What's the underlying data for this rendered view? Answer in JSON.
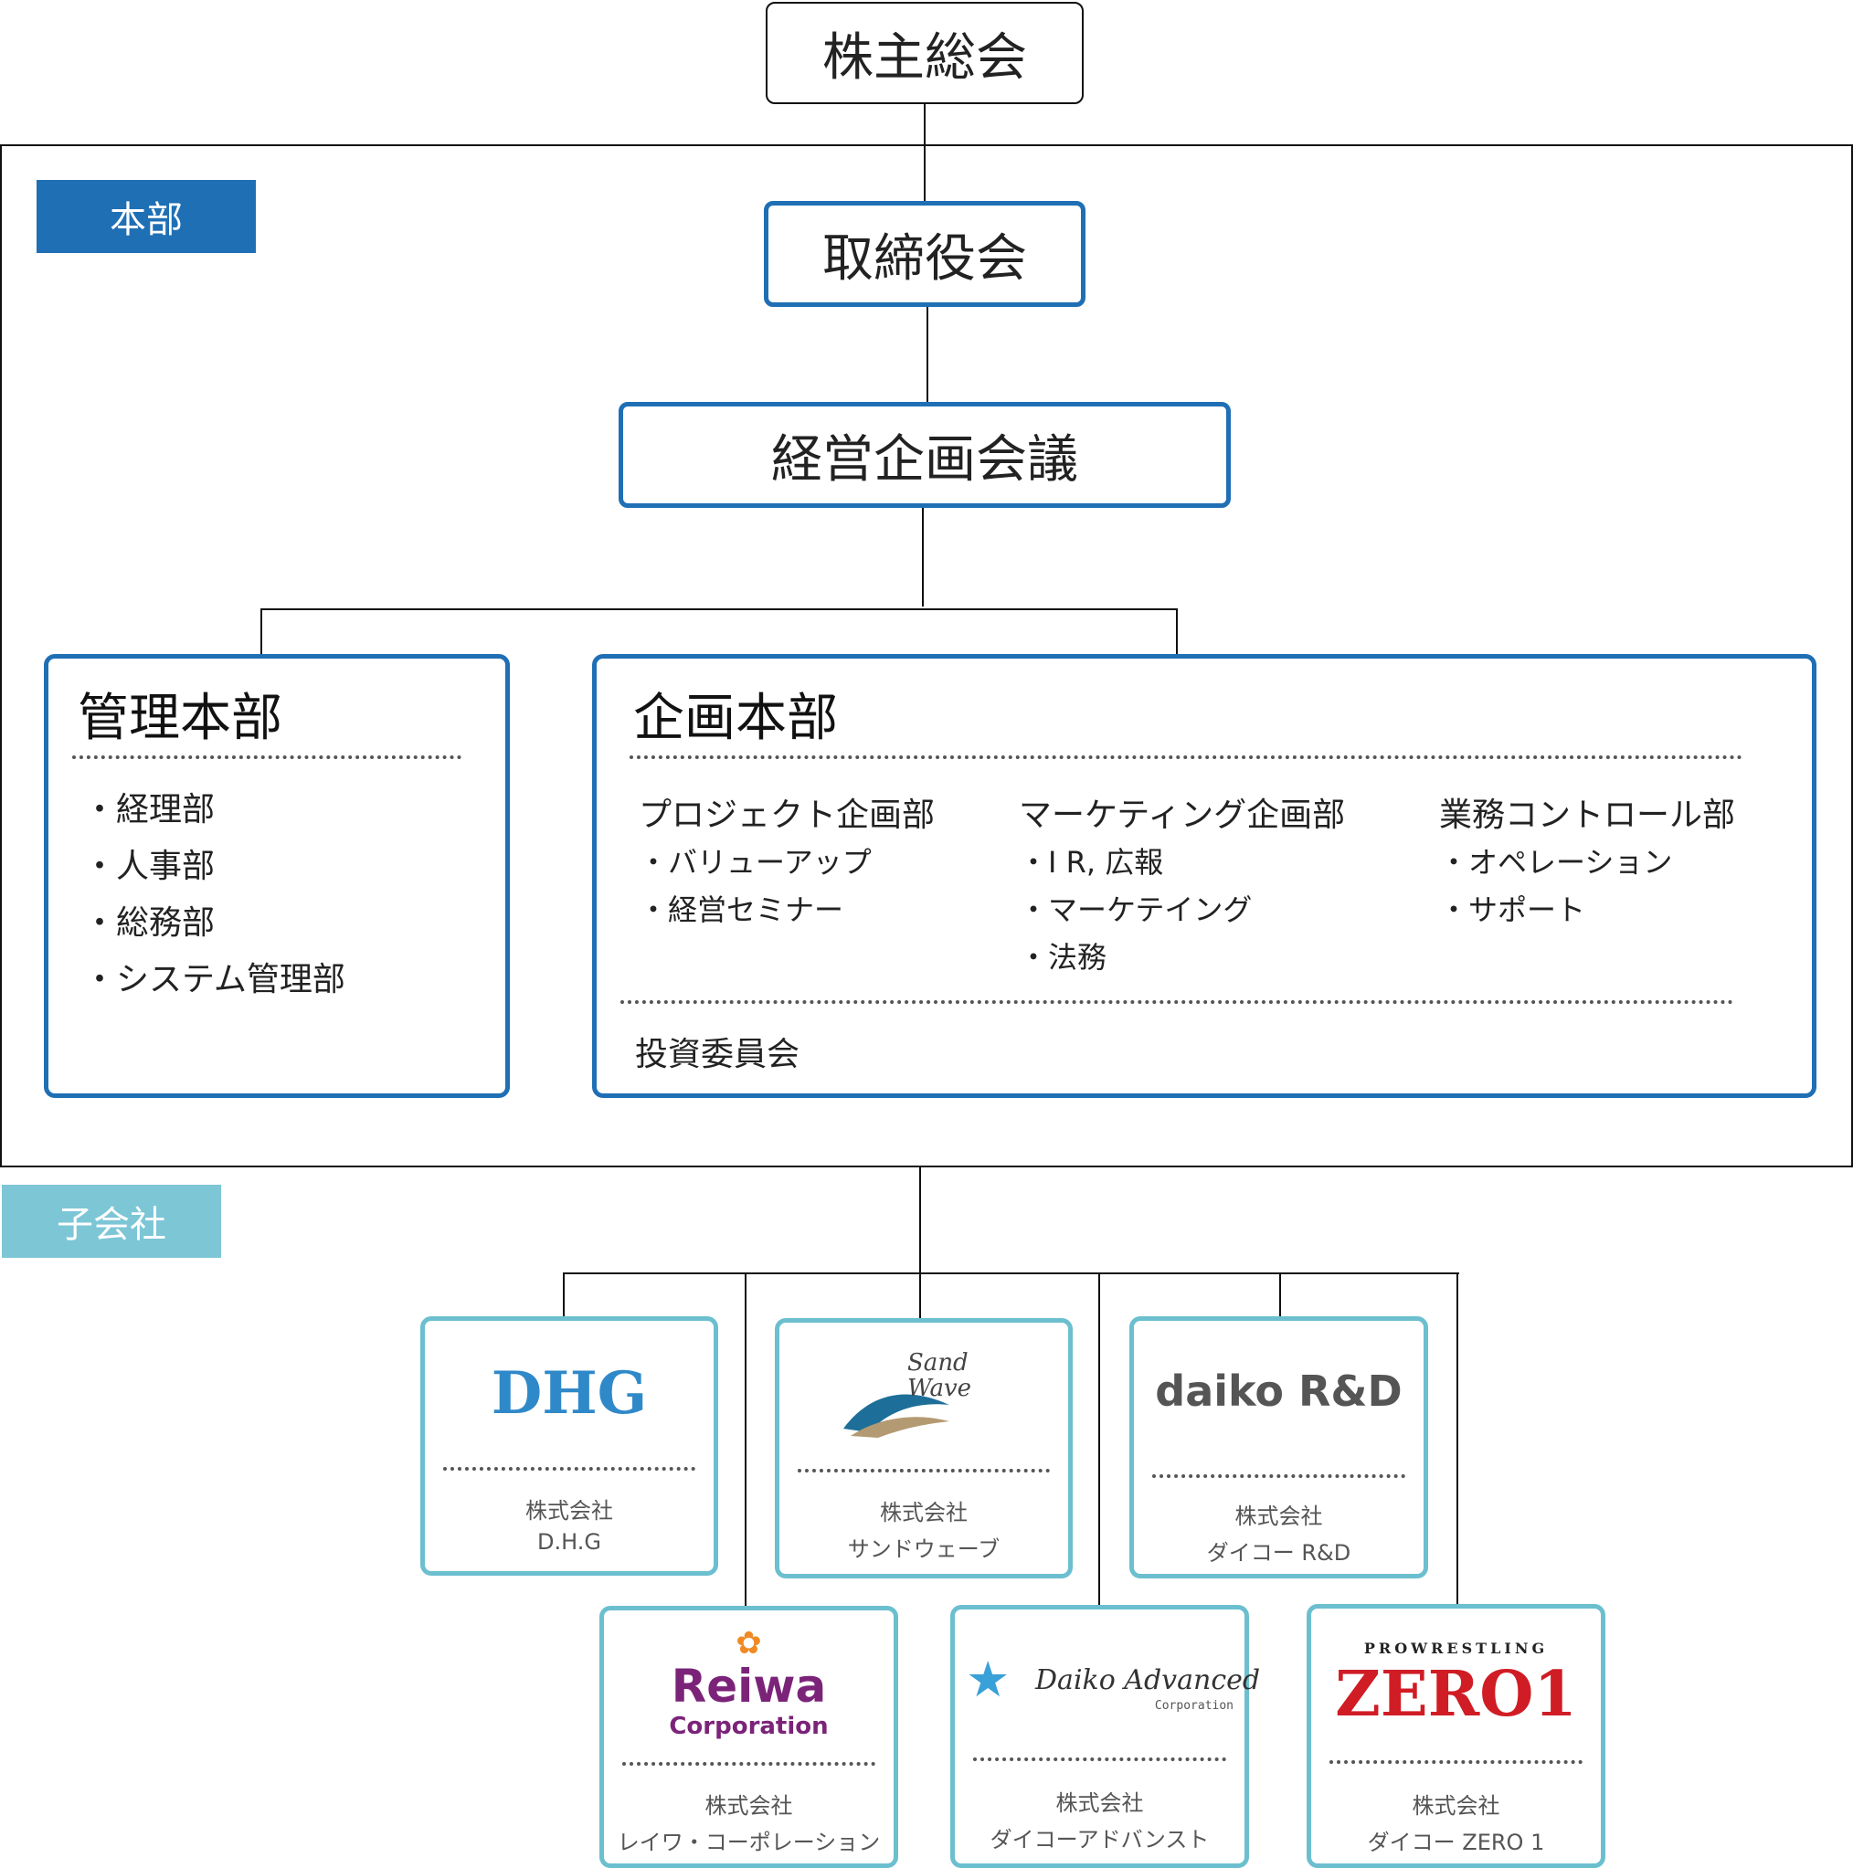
{
  "top": {
    "label": "株主総会"
  },
  "honbu": {
    "tag": "本部",
    "board": "取締役会",
    "council": "経営企画会議",
    "kanri": {
      "title": "管理本部",
      "items": [
        "・経理部",
        "・人事部",
        "・総務部",
        "・システム管理部"
      ]
    },
    "kikaku": {
      "title": "企画本部",
      "columns": [
        {
          "head": "プロジェクト企画部",
          "items": [
            "・バリューアップ",
            "・経営セミナー"
          ]
        },
        {
          "head": "マーケティング企画部",
          "items": [
            "・I R, 広報",
            "・マーケテイング",
            "・法務"
          ]
        },
        {
          "head": "業務コントロール部",
          "items": [
            "・オペレーション",
            "・サポート"
          ]
        }
      ],
      "committee": "投資委員会"
    }
  },
  "subsidiaries": {
    "tag": "子会社",
    "companies": [
      {
        "logo": "DHG",
        "line1": "株式会社",
        "line2": "D.H.G"
      },
      {
        "logo": "Sand Wave",
        "line1": "株式会社",
        "line2": "サンドウェーブ"
      },
      {
        "logo": "daiko R&D",
        "line1": "株式会社",
        "line2": "ダイコー R&D"
      },
      {
        "logo_main": "Reiwa",
        "logo_sub": "Corporation",
        "line1": "株式会社",
        "line2": "レイワ・コーポレーション"
      },
      {
        "logo_main": "Daiko Advanced",
        "logo_sub": "Corporation",
        "line1": "株式会社",
        "line2": "ダイコーアドバンスト"
      },
      {
        "logo_pre": "PROWRESTLING",
        "logo_main": "ZERO1",
        "line1": "株式会社",
        "line2": "ダイコー ZERO 1"
      }
    ]
  },
  "colors": {
    "blue": "#1f6fb5",
    "teal": "#6bbfcf",
    "line": "#111111"
  }
}
